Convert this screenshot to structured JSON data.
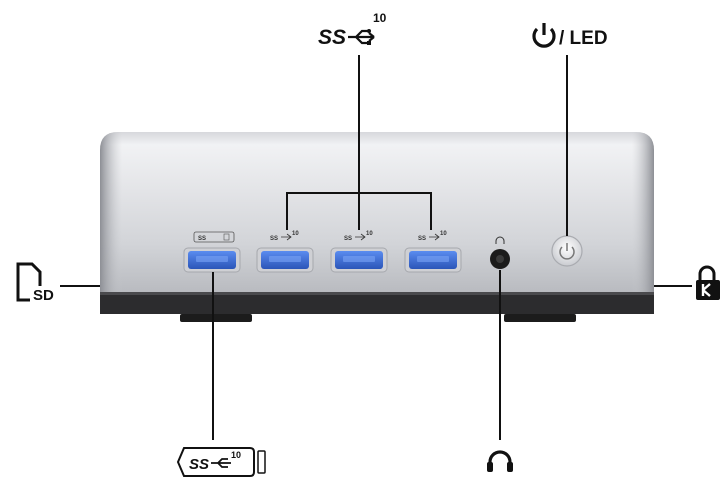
{
  "labels": {
    "top_usb": {
      "ss": "SS",
      "speed": "10"
    },
    "power": {
      "led": "/ LED"
    },
    "sd": {
      "text": "SD"
    },
    "bottom_usb": {
      "ss": "SS",
      "speed": "10"
    }
  },
  "ports": {
    "front_usb": [
      {
        "ss": "SS",
        "speed": ""
      },
      {
        "ss": "SS",
        "speed": "10"
      },
      {
        "ss": "SS",
        "speed": "10"
      },
      {
        "ss": "SS",
        "speed": "10"
      }
    ]
  },
  "colors": {
    "usb_blue": "#3d6fd6",
    "chassis_light": "#e9eaed",
    "chassis_dark": "#9b9da3",
    "stroke": "#111111"
  },
  "icons": [
    "usb-ss-icon",
    "power-icon",
    "sd-card-icon",
    "kensington-lock-icon",
    "headphone-icon",
    "usb-ss-c-icon"
  ]
}
